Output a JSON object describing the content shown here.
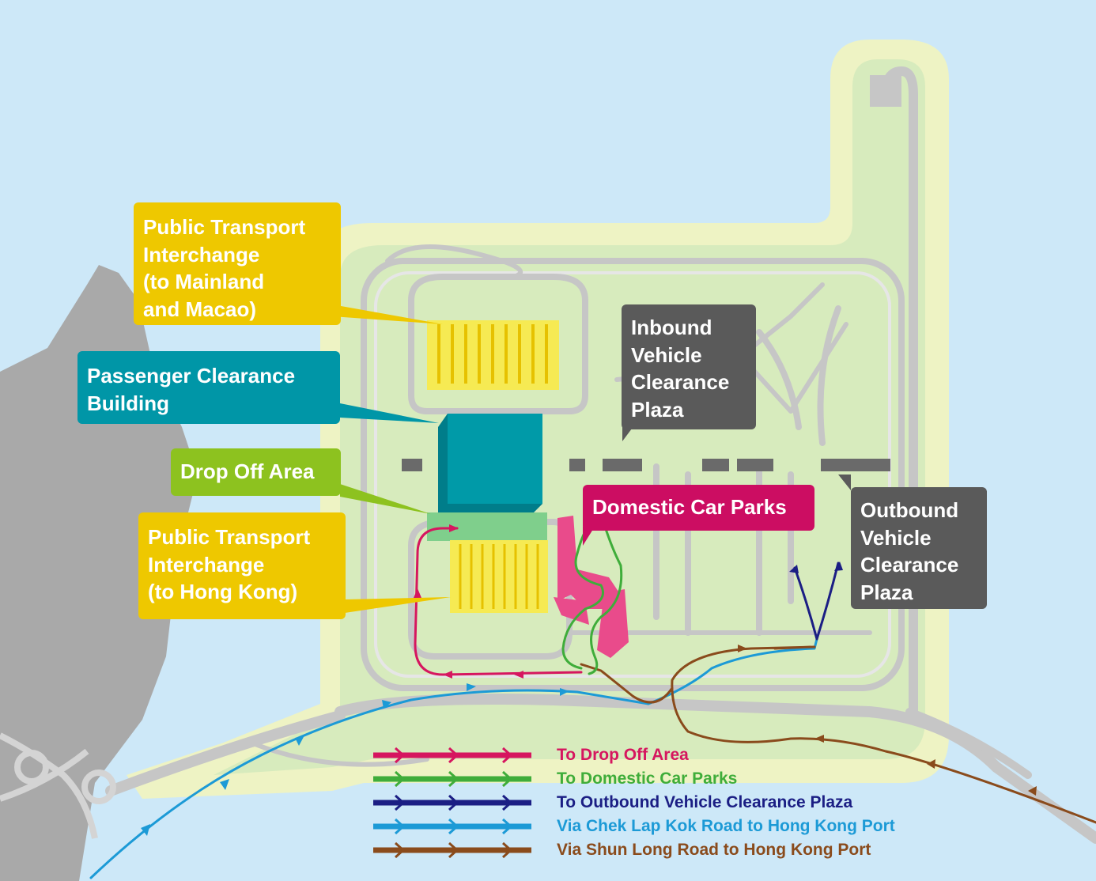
{
  "callouts": {
    "pti_mainland": "Public Transport\nInterchange\n(to Mainland\nand Macao)",
    "passenger_clearance": "Passenger Clearance\nBuilding",
    "drop_off": "Drop Off Area",
    "pti_hong_kong": "Public Transport\nInterchange\n(to Hong Kong)",
    "inbound_plaza": "Inbound\nVehicle\nClearance\nPlaza",
    "domestic_car_parks": "Domestic Car Parks",
    "outbound_plaza": "Outbound\nVehicle\nClearance\nPlaza"
  },
  "legend": [
    {
      "label": "To Drop Off Area",
      "color": "#d6165f"
    },
    {
      "label": "To Domestic Car Parks",
      "color": "#3fad3a"
    },
    {
      "label": "To Outbound Vehicle Clearance Plaza",
      "color": "#1b1e84"
    },
    {
      "label": "Via Chek Lap Kok Road to Hong Kong Port",
      "color": "#1c9ad6"
    },
    {
      "label": "Via Shun Long Road to Hong Kong Port",
      "color": "#8a4b1c"
    }
  ],
  "colors": {
    "sea": "#cde8f8",
    "island_border": "#eef3c4",
    "island_fill": "#d7ebbd",
    "land": "#a9a9a9",
    "road": "#c8c8c8",
    "road_highlight": "#e6e6e6"
  }
}
